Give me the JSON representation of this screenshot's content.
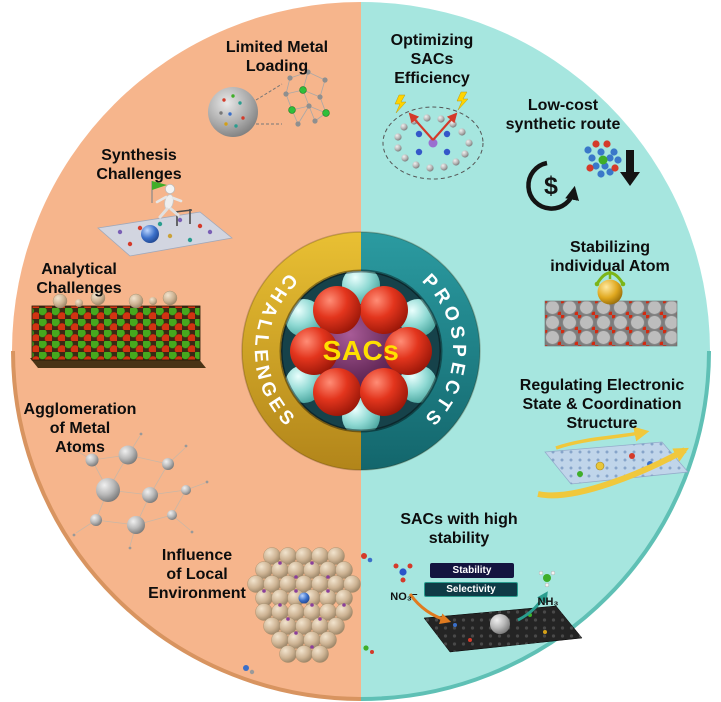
{
  "center": {
    "label": "SACs"
  },
  "challenges": {
    "ring_label": "CHALLENGES",
    "items": {
      "limited_metal": [
        "Limited Metal",
        "Loading"
      ],
      "synthesis": [
        "Synthesis",
        "Challenges"
      ],
      "analytical": [
        "Analytical",
        "Challenges"
      ],
      "agglomeration": [
        "Agglomeration",
        "of Metal",
        "Atoms"
      ],
      "influence": [
        "Influence",
        "of Local",
        "Environment"
      ]
    }
  },
  "prospects": {
    "ring_label": "PROSPECTS",
    "items": {
      "optimizing": [
        "Optimizing",
        "SACs",
        "Efficiency"
      ],
      "low_cost": [
        "Low-cost",
        "synthetic route"
      ],
      "stabilizing": [
        "Stabilizing",
        "individual Atom"
      ],
      "regulating": [
        "Regulating  Electronic",
        "State & Coordination",
        "Structure"
      ],
      "sacs_stability": [
        "SACs with high",
        "stability"
      ]
    }
  },
  "stability_panel": {
    "stability": "Stability",
    "selectivity": "Selectivity",
    "reactant": "NO₃⁻",
    "product": "NH₃"
  },
  "icons": {
    "dollar": "$"
  },
  "colors": {
    "challenges_bg": "#F6B58C",
    "prospects_bg": "#A6E6DF",
    "challenges_ring": "#D9A820",
    "prospects_ring": "#1E8187",
    "center_text": "#FFE000",
    "ring_text": "#FFFFFF",
    "badge_stability_bg": "#14143F",
    "badge_selectivity_bg": "#0F3A46"
  }
}
